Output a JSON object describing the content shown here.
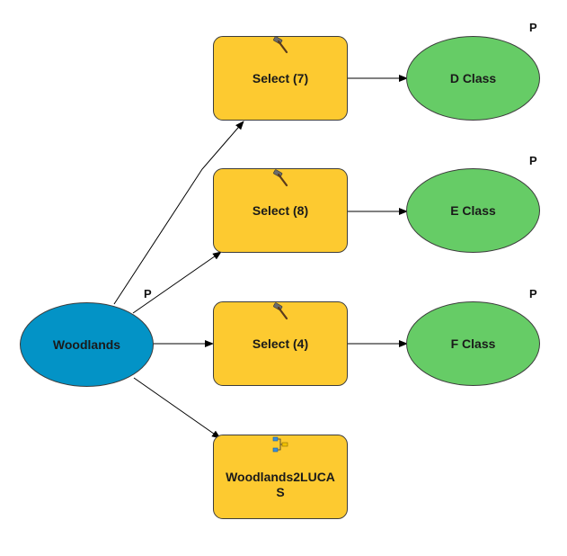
{
  "nodes": {
    "woodlands": {
      "label": "Woodlands",
      "type": "input-data"
    },
    "select7": {
      "label": "Select (7)",
      "icon": "hammer-icon"
    },
    "select8": {
      "label": "Select (8)",
      "icon": "hammer-icon"
    },
    "select4": {
      "label": "Select (4)",
      "icon": "hammer-icon"
    },
    "woodlands2lucas": {
      "label": "Woodlands2LUCAS",
      "icon": "model-tool-icon"
    },
    "dclass": {
      "label": "D Class",
      "type": "output-data"
    },
    "eclass": {
      "label": "E Class",
      "type": "output-data"
    },
    "fclass": {
      "label": "F Class",
      "type": "output-data"
    }
  },
  "param_marker": "P",
  "colors": {
    "tool_fill": "#fdca30",
    "input_fill": "#0393c6",
    "output_fill": "#66cc66",
    "connector": "#000000"
  }
}
